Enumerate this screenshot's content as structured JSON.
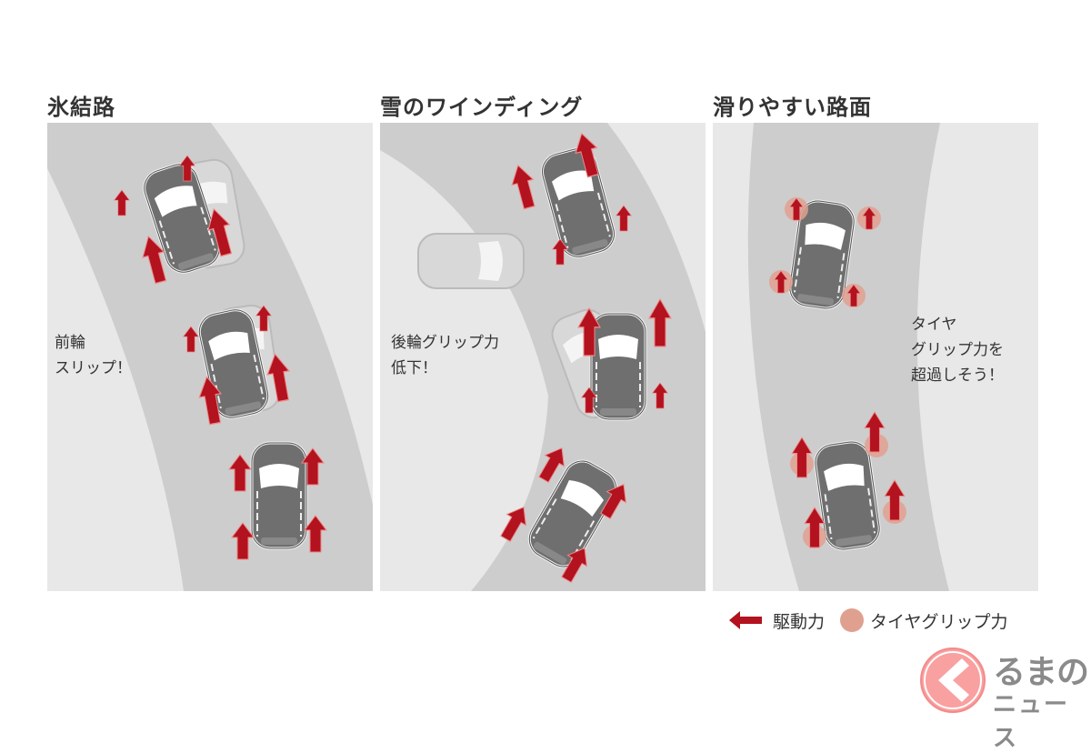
{
  "panels": [
    {
      "title": "氷結路",
      "note": [
        "前輪",
        "スリップ！"
      ]
    },
    {
      "title": "雪のワインディング",
      "note": [
        "後輪グリップ力",
        "低下！"
      ]
    },
    {
      "title": "滑りやすい路面",
      "note": [
        "タイヤ",
        "グリップ力を",
        "超過しそう！"
      ]
    }
  ],
  "legend": {
    "drive_force": "駆動力",
    "tire_grip": "タイヤグリップ力"
  },
  "logo": {
    "line1": "るまの",
    "line2": "ニュース",
    "full": "くるまのニュース"
  },
  "colors": {
    "arrow": "#b3121f",
    "grip": "#e0a090",
    "road": "#cdcdcd",
    "ground": "#e8e8e8",
    "logo": "#f48a8a"
  }
}
